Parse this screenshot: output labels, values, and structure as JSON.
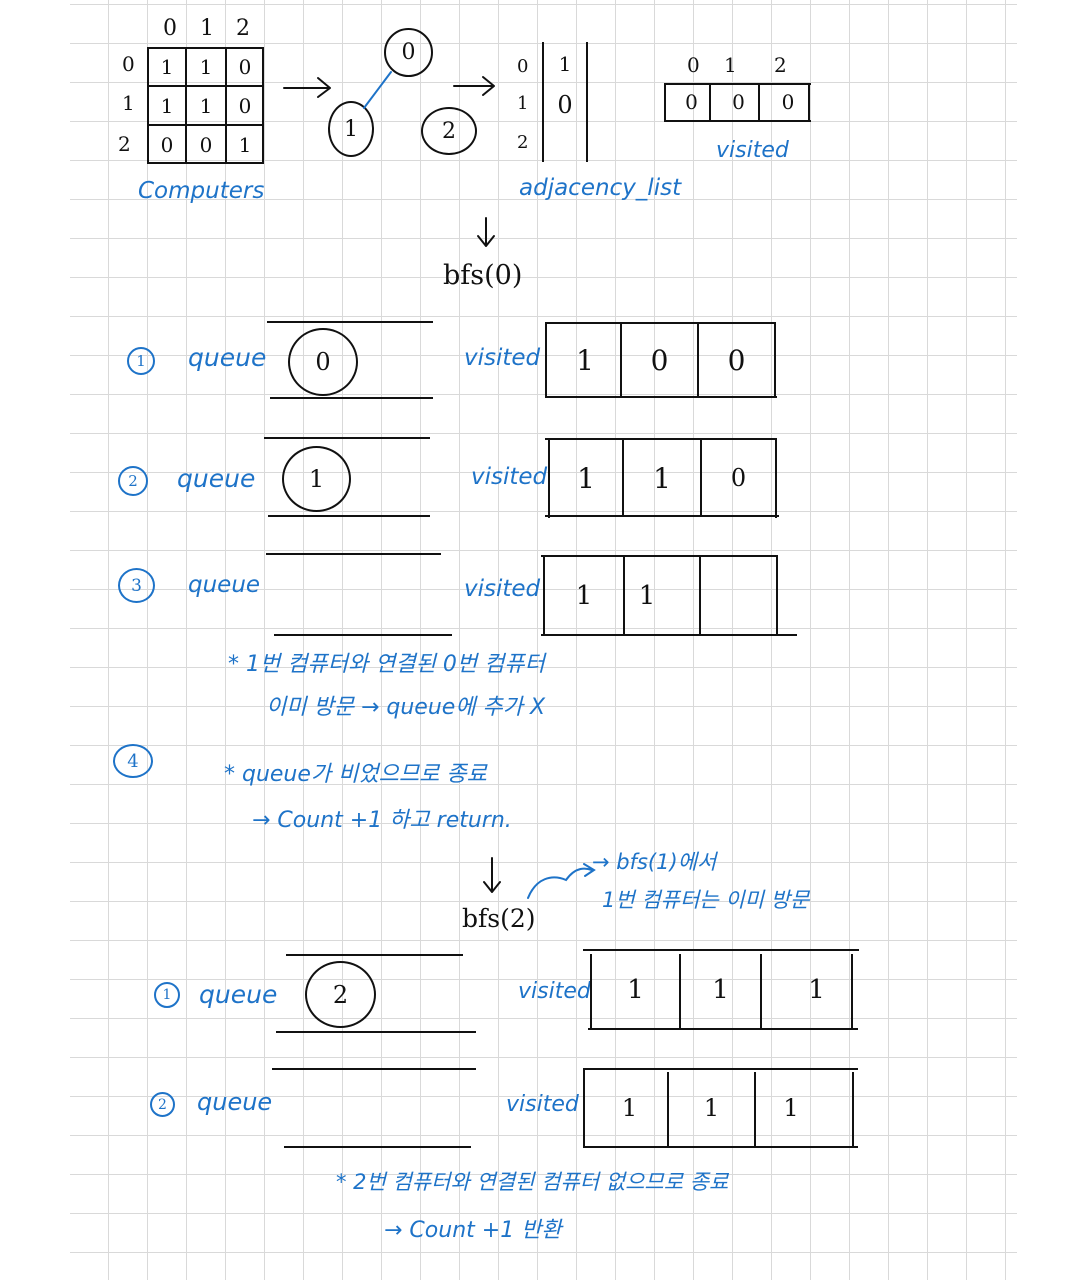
{
  "top": {
    "matrix": {
      "col_headers": [
        "0",
        "1",
        "2"
      ],
      "row_headers": [
        "0",
        "1",
        "2"
      ],
      "cells": [
        [
          "1",
          "1",
          "0"
        ],
        [
          "1",
          "1",
          "0"
        ],
        [
          "0",
          "0",
          "1"
        ]
      ],
      "label": "Computers"
    },
    "graph": {
      "nodes": [
        "0",
        "1",
        "2"
      ]
    },
    "adjacency": {
      "rows": [
        "0",
        "1",
        "2"
      ],
      "values": [
        "1",
        "0",
        ""
      ],
      "label": "adjacency_list"
    },
    "visited": {
      "headers": [
        "0",
        "1",
        "2"
      ],
      "values": [
        "0",
        "0",
        "0"
      ],
      "label": "visited"
    }
  },
  "bfs0": {
    "title": "bfs(0)",
    "steps": [
      {
        "num": "1",
        "label": "queue",
        "queue": "0",
        "visited_label": "visited",
        "visited": [
          "1",
          "0",
          "0"
        ]
      },
      {
        "num": "2",
        "label": "queue",
        "queue": "1",
        "visited_label": "visited",
        "visited": [
          "1",
          "1",
          "0"
        ]
      },
      {
        "num": "3",
        "label": "queue",
        "queue": "",
        "visited_label": "visited",
        "visited": [
          "1",
          "1",
          ""
        ]
      }
    ],
    "note1_line1": "* 1번 컴퓨터와 연결된 0번 컴퓨터",
    "note1_line2": "이미 방문 → queue에 추가 X",
    "step4_num": "4",
    "note2_line1": "* queue가 비었으므로 종료",
    "note2_line2": "→ Count +1 하고 return."
  },
  "bfs2": {
    "title": "bfs(2)",
    "aside_line1": "→ bfs(1)에서",
    "aside_line2": "1번 컴퓨터는 이미 방문",
    "steps": [
      {
        "num": "1",
        "label": "queue",
        "queue": "2",
        "visited_label": "visited",
        "visited": [
          "1",
          "1",
          "1"
        ]
      },
      {
        "num": "2",
        "label": "queue",
        "queue": "",
        "visited_label": "visited",
        "visited": [
          "1",
          "1",
          "1"
        ]
      }
    ],
    "note_line1": "* 2번 컴퓨터와 연결된 컴퓨터 없으므로 종료",
    "note_line2": "→ Count +1 반환"
  }
}
